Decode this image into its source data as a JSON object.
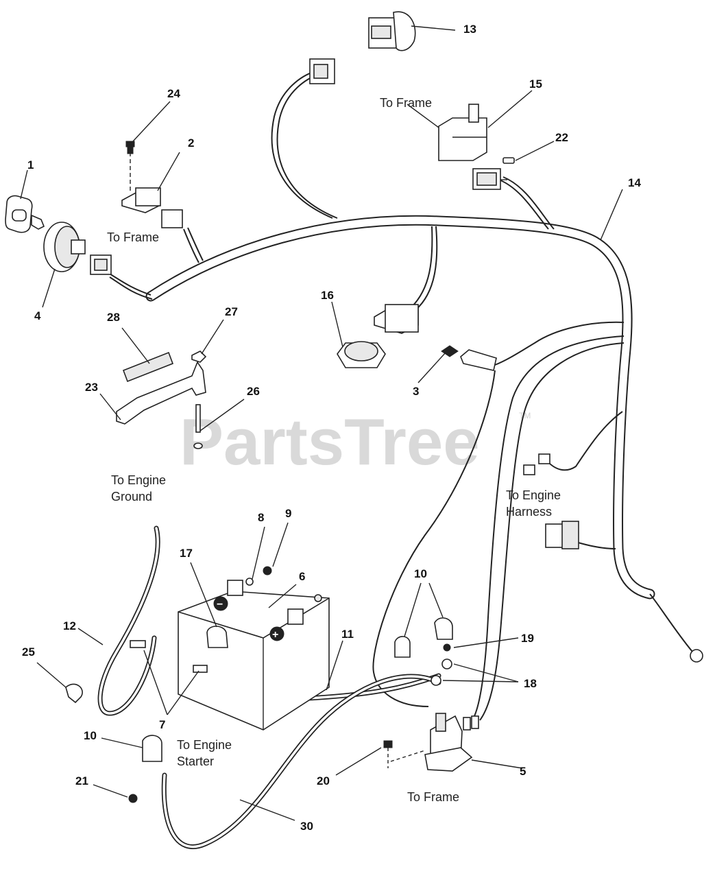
{
  "watermark": {
    "text": "PartsTree",
    "mark": "TM"
  },
  "callouts": {
    "c1": "1",
    "c2": "2",
    "c3": "3",
    "c4": "4",
    "c5": "5",
    "c6": "6",
    "c7": "7",
    "c8": "8",
    "c9": "9",
    "c10a": "10",
    "c10b": "10",
    "c11": "11",
    "c12": "12",
    "c13": "13",
    "c14": "14",
    "c15": "15",
    "c16": "16",
    "c17": "17",
    "c18": "18",
    "c19": "19",
    "c20": "20",
    "c21": "21",
    "c22": "22",
    "c23": "23",
    "c24": "24",
    "c25": "25",
    "c26": "26",
    "c27": "27",
    "c28": "28",
    "c30": "30"
  },
  "labels": {
    "to_frame_top": "To Frame",
    "to_frame_left": "To Frame",
    "to_frame_bottom": "To Frame",
    "engine_ground_1": "To Engine",
    "engine_ground_2": "Ground",
    "engine_harness_1": "To Engine",
    "engine_harness_2": "Harness",
    "engine_starter_1": "To Engine",
    "engine_starter_2": "Starter"
  },
  "battery": {
    "neg_symbol": "−",
    "pos_symbol": "+"
  }
}
